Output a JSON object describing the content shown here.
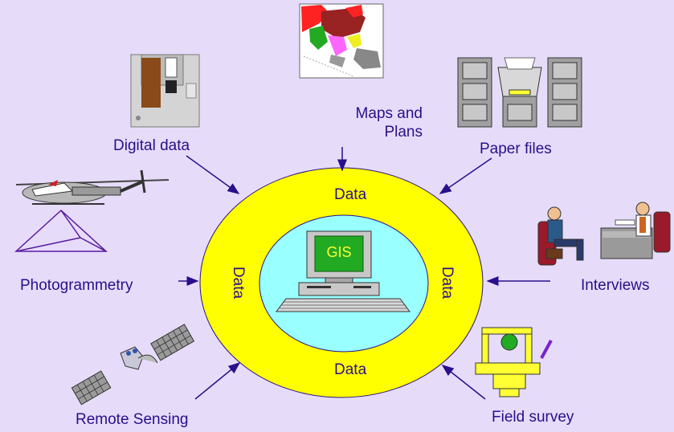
{
  "center": {
    "label": "GIS",
    "ring_labels": {
      "top": "Data",
      "bottom": "Data",
      "left": "Data",
      "right": "Data"
    }
  },
  "sources": [
    {
      "id": "maps",
      "lines": [
        "Maps and",
        "Plans"
      ],
      "icon": "asia-map-icon"
    },
    {
      "id": "digital",
      "lines": [
        "Digital data"
      ],
      "icon": "floppy-disk-icon"
    },
    {
      "id": "paper",
      "lines": [
        "Paper files"
      ],
      "icon": "filing-cabinet-icon"
    },
    {
      "id": "photo",
      "lines": [
        "Photogrammetry"
      ],
      "icon": "helicopter-icon"
    },
    {
      "id": "interviews",
      "lines": [
        "Interviews"
      ],
      "icon": "meeting-icon"
    },
    {
      "id": "remote",
      "lines": [
        "Remote Sensing"
      ],
      "icon": "satellite-icon"
    },
    {
      "id": "field",
      "lines": [
        "Field survey"
      ],
      "icon": "theodolite-icon"
    }
  ],
  "colors": {
    "background": "#e6dcfa",
    "outer_ring": "#ffff00",
    "inner_circle": "#99ffff",
    "text": "#2a0e8a",
    "arrow": "#2a0e8a",
    "screen": "#22aa22"
  }
}
